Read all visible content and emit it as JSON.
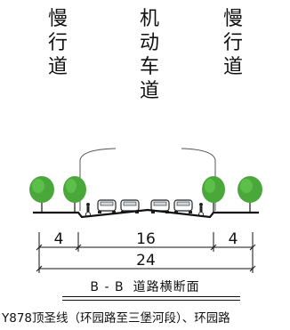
{
  "lanes": {
    "left": [
      "慢",
      "行",
      "道"
    ],
    "center": [
      "机",
      "动",
      "车",
      "道"
    ],
    "right": [
      "慢",
      "行",
      "道"
    ]
  },
  "dimensions": {
    "left": "4",
    "middle": "16",
    "right": "4",
    "total": "24"
  },
  "title": {
    "section": "B - B",
    "name": "道路横断面"
  },
  "caption": "Y878顶圣线（环园路至三堡河段）、环园路"
}
